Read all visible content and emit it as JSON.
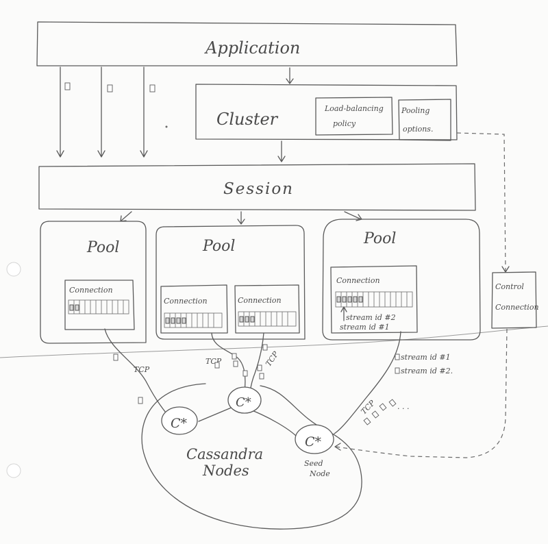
{
  "labels": {
    "application": "Application",
    "cluster": "Cluster",
    "load_balancing_policy": [
      "Load-balancing",
      "policy"
    ],
    "pooling_options": [
      "Pooling",
      "options."
    ],
    "session": "Session",
    "pool_1": "Pool",
    "pool_2": "Pool",
    "pool_3": "Pool",
    "connection_1": "Connection",
    "connection_2a": "Connection",
    "connection_2b": "Connection",
    "connection_3": "Connection",
    "control_connection": [
      "Control",
      "Connection"
    ],
    "stream_id_2_inner": "stream id #2",
    "stream_id_1_inner": "stream id #1",
    "stream_id_1_outer": "stream id #1",
    "stream_id_2_outer": "stream id #2.",
    "tcp_1": "TCP",
    "tcp_2": "TCP",
    "tcp_3": "TCP",
    "tcp_4": "TCP",
    "node_1": "C*",
    "node_2": "C*",
    "node_3": "C*",
    "cassandra_nodes": [
      "Cassandra",
      "Nodes"
    ],
    "seed_node": [
      "Seed",
      "Node"
    ],
    "ellipsis": "· · ·"
  },
  "colors": {
    "ink": "#5a5a5a",
    "paper": "#fbfbfa",
    "cell_used": "#d8d8d8"
  }
}
